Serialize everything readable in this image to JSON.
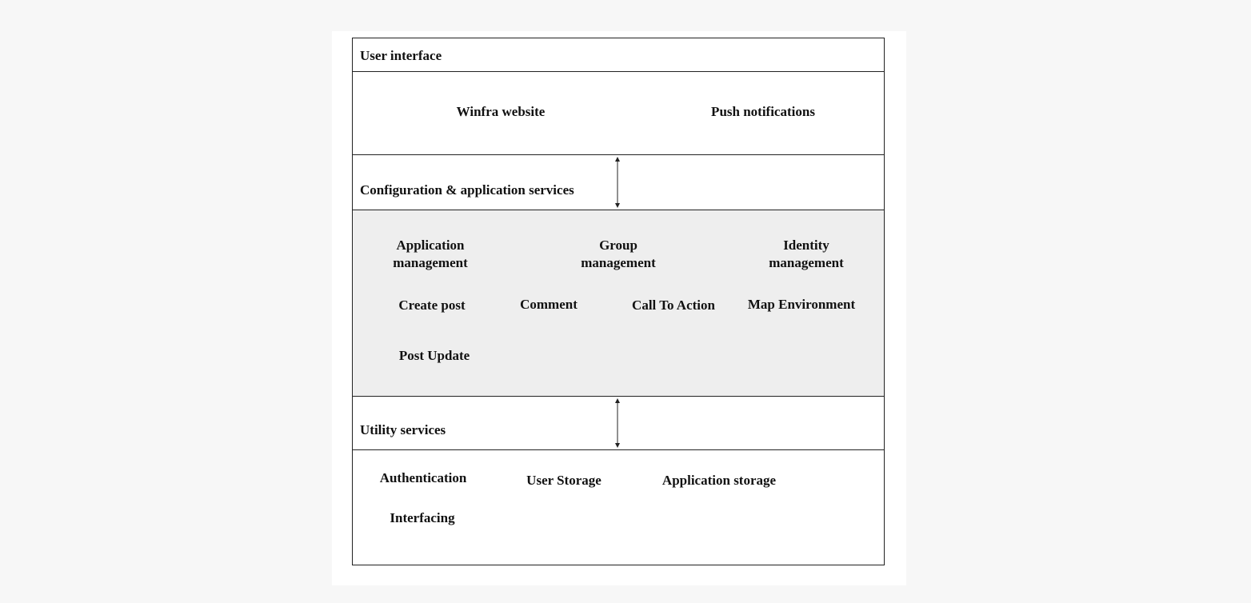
{
  "layers": {
    "ui": {
      "title": "User interface",
      "items": {
        "website": "Winfra website",
        "push": "Push notifications"
      }
    },
    "config": {
      "title": "Configuration & application services",
      "items": {
        "app_mgmt_line1": "Application",
        "app_mgmt_line2": "management",
        "group_mgmt_line1": "Group",
        "group_mgmt_line2": "management",
        "identity_mgmt_line1": "Identity",
        "identity_mgmt_line2": "management",
        "create_post": "Create post",
        "comment": "Comment",
        "call_to_action": "Call To Action",
        "map_environment": "Map Environment",
        "post_update": "Post Update"
      }
    },
    "utility": {
      "title": "Utility services",
      "items": {
        "authentication": "Authentication",
        "user_storage": "User Storage",
        "application_storage": "Application storage",
        "interfacing": "Interfacing"
      }
    }
  },
  "colors": {
    "config_box_fill": "#eeeeee",
    "ui_box_fill": "#ffffff",
    "utility_box_fill": "#ffffff",
    "line": "#222222"
  }
}
